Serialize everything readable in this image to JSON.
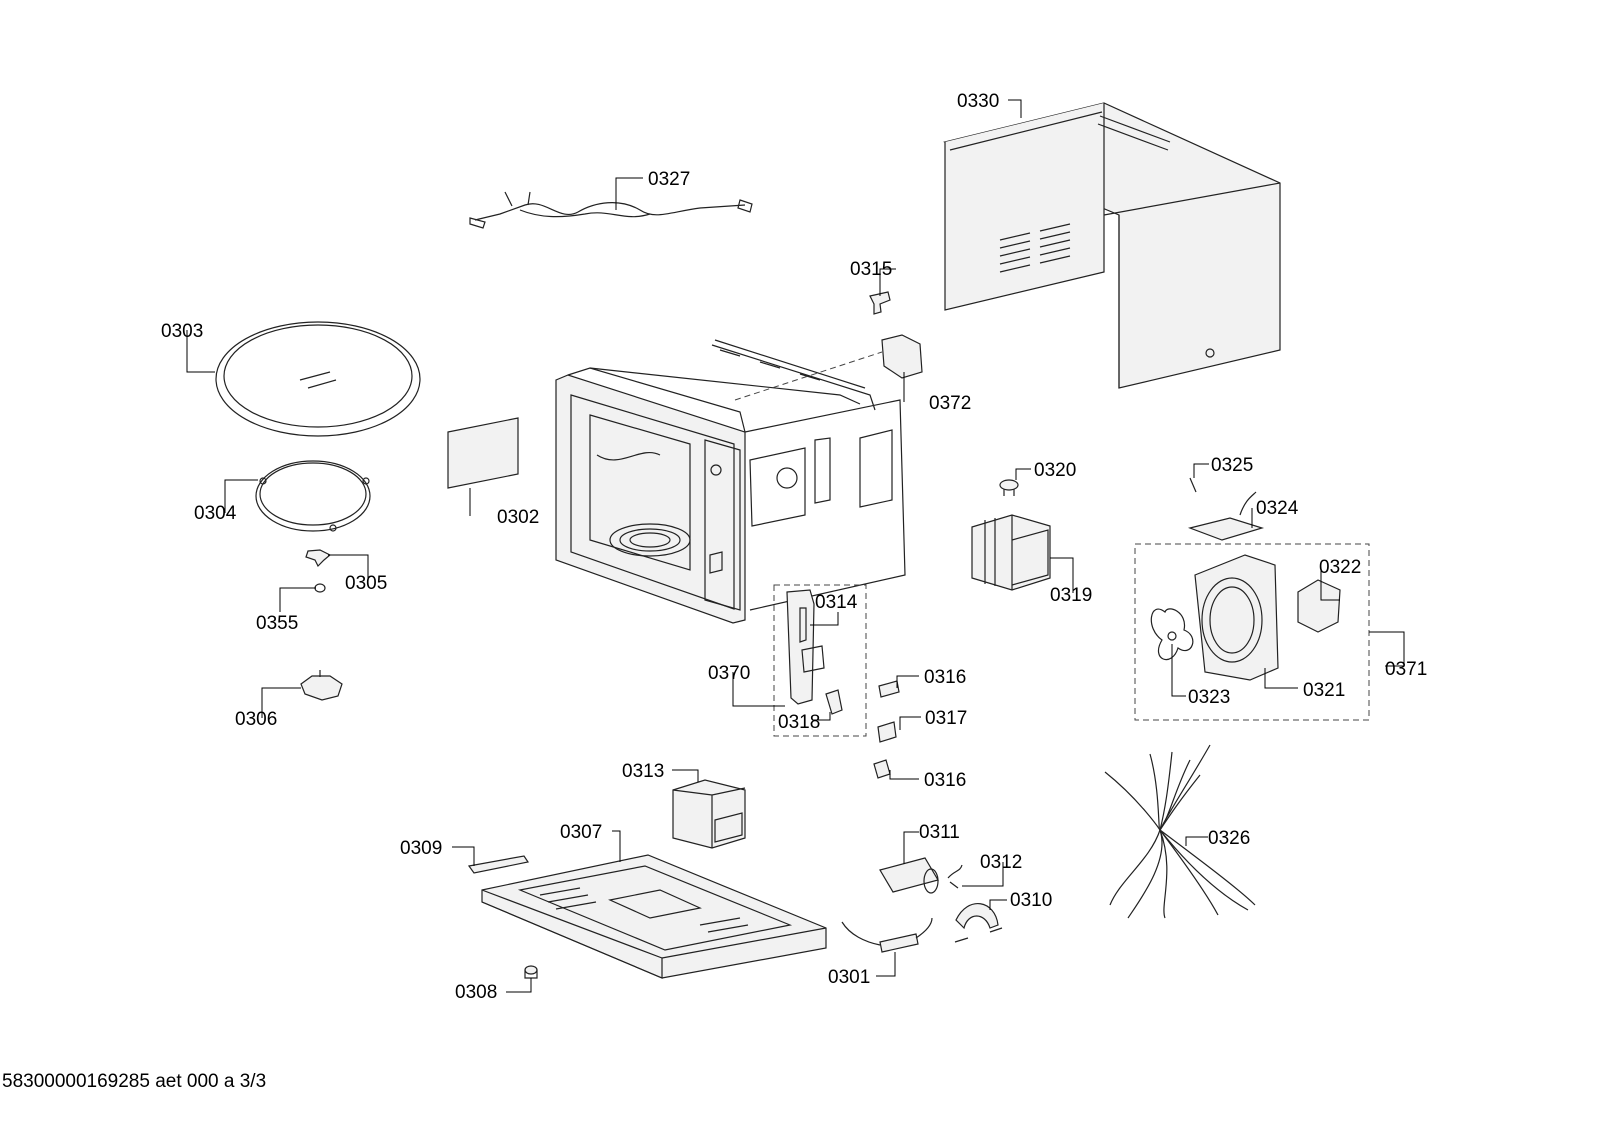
{
  "labels": {
    "p0301": "0301",
    "p0302": "0302",
    "p0303": "0303",
    "p0304": "0304",
    "p0305": "0305",
    "p0306": "0306",
    "p0307": "0307",
    "p0308": "0308",
    "p0309": "0309",
    "p0310": "0310",
    "p0311": "0311",
    "p0312": "0312",
    "p0313": "0313",
    "p0314": "0314",
    "p0315": "0315",
    "p0316a": "0316",
    "p0316b": "0316",
    "p0317": "0317",
    "p0318": "0318",
    "p0319": "0319",
    "p0320": "0320",
    "p0321": "0321",
    "p0322": "0322",
    "p0323": "0323",
    "p0324": "0324",
    "p0325": "0325",
    "p0326": "0326",
    "p0327": "0327",
    "p0330": "0330",
    "p0355": "0355",
    "p0370": "0370",
    "p0371": "0371",
    "p0372": "0372"
  },
  "footer": "58300000169285 aet 000 a 3/3"
}
